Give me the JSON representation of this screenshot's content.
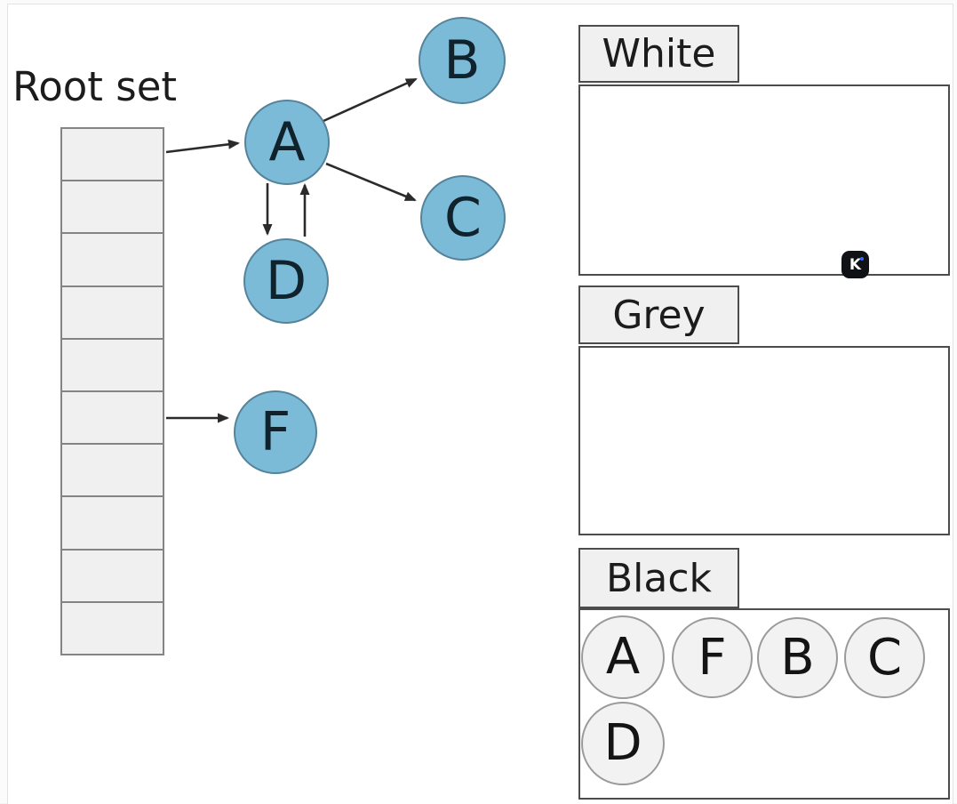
{
  "diagram": {
    "root_set_label": "Root set",
    "root_cell_count": 10,
    "nodes": [
      {
        "id": "A",
        "label": "A"
      },
      {
        "id": "B",
        "label": "B"
      },
      {
        "id": "C",
        "label": "C"
      },
      {
        "id": "D",
        "label": "D"
      },
      {
        "id": "F",
        "label": "F"
      }
    ],
    "edges": [
      {
        "from": "root-cell-1",
        "to": "A"
      },
      {
        "from": "A",
        "to": "B"
      },
      {
        "from": "A",
        "to": "C"
      },
      {
        "from": "A",
        "to": "D"
      },
      {
        "from": "D",
        "to": "A"
      },
      {
        "from": "root-cell-6",
        "to": "F"
      }
    ]
  },
  "bins": [
    {
      "label": "White",
      "items": []
    },
    {
      "label": "Grey",
      "items": []
    },
    {
      "label": "Black",
      "items": [
        "A",
        "F",
        "B",
        "C",
        "D"
      ]
    }
  ],
  "watermark": {
    "label": "K"
  },
  "colors": {
    "node_fill": "#7cbbd7",
    "node_border": "#55839a",
    "cell_fill": "#f0f0f0",
    "box_border": "#4c4c4c",
    "bin_item_fill": "#f2f2f2",
    "arrow": "#2b2b2b",
    "watermark_bg": "#101114",
    "watermark_dot": "#2f6bff"
  }
}
